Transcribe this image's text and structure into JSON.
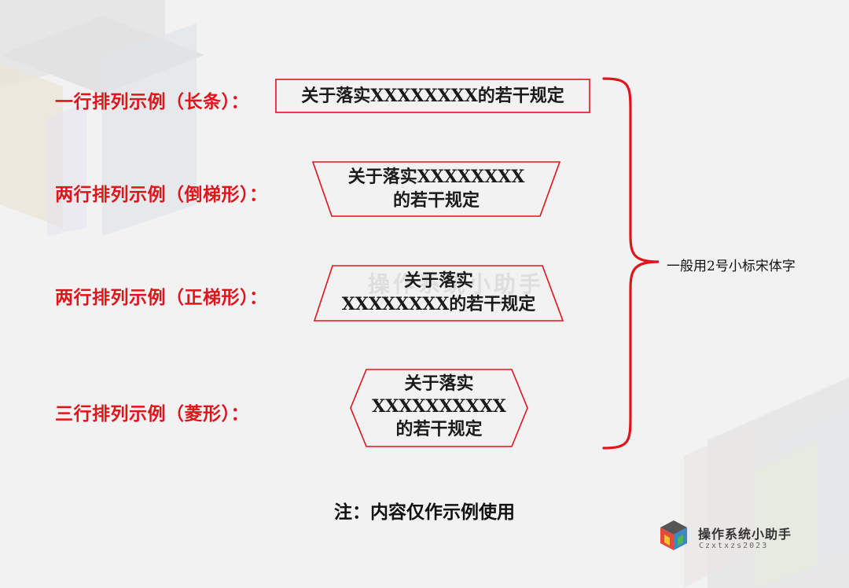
{
  "labels": {
    "row1": "一行排列示例（长条）：",
    "row2": "两行排列示例（倒梯形）：",
    "row3": "两行排列示例（正梯形）：",
    "row4": "三行排列示例（菱形）："
  },
  "boxes": {
    "box1": {
      "line1": "关于落实XXXXXXXX的若干规定"
    },
    "box2": {
      "line1": "关于落实XXXXXXXX",
      "line2": "的若干规定"
    },
    "box3": {
      "line1": "关于落实",
      "line2": "XXXXXXXX的若干规定"
    },
    "box4": {
      "line1": "关于落实",
      "line2": "XXXXXXXXXX",
      "line3": "的若干规定"
    }
  },
  "side_note": "一般用2号小标宋体字",
  "footnote": "注：内容仅作示例使用",
  "brand": {
    "name": "操作系统小助手",
    "sub": "Czxtxzs2023"
  },
  "watermark": "操作系统小助手",
  "colors": {
    "accent_red": "#e0141b",
    "text_dark": "#1a1a1a",
    "background": "#f2f2f2"
  }
}
